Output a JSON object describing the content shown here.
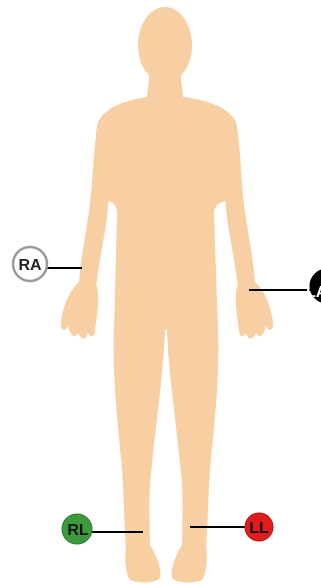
{
  "colors": {
    "skin": "#F8CFA3",
    "lead_line": "#000000"
  },
  "electrodes": {
    "ra": {
      "label": "RA",
      "fill": "#FFFFFF",
      "stroke": "#9A9A9A",
      "text_color": "#222222"
    },
    "la": {
      "label": "LA",
      "fill": "#000000",
      "stroke": "#000000",
      "text_color": "#FFFFFF"
    },
    "rl": {
      "label": "RL",
      "fill": "#3C9A3C",
      "stroke": "#2E7D2E",
      "text_color": "#111111"
    },
    "ll": {
      "label": "LL",
      "fill": "#E21C1C",
      "stroke": "#B31414",
      "text_color": "#111111"
    }
  }
}
